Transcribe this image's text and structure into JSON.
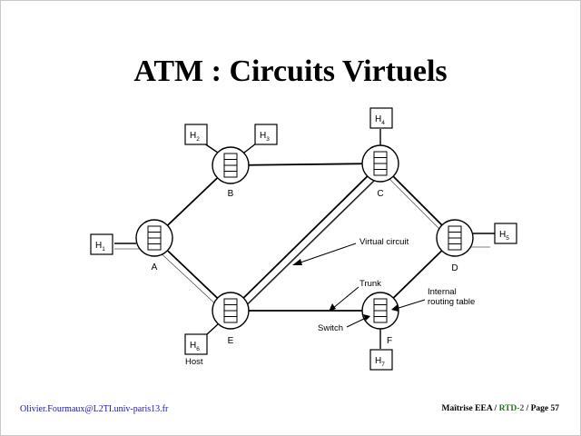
{
  "slide": {
    "title": "ATM : Circuits Virtuels"
  },
  "diagram": {
    "switches": [
      "A",
      "B",
      "C",
      "D",
      "E",
      "F"
    ],
    "hosts": [
      {
        "letter": "H",
        "sub": "1"
      },
      {
        "letter": "H",
        "sub": "2"
      },
      {
        "letter": "H",
        "sub": "3"
      },
      {
        "letter": "H",
        "sub": "4"
      },
      {
        "letter": "H",
        "sub": "5"
      },
      {
        "letter": "H",
        "sub": "6"
      },
      {
        "letter": "H",
        "sub": "7"
      }
    ],
    "labels": {
      "virtual_circuit": "Virtual circuit",
      "trunk": "Trunk",
      "internal_line1": "Internal",
      "internal_line2": "routing table",
      "switch": "Switch",
      "host": "Host"
    }
  },
  "footer": {
    "left": "Olivier.Fourmaux@L2TI.univ-paris13.fr",
    "course": "Maîtrise EEA",
    "separator": "/",
    "module": "RTD-2",
    "page": "Page 57"
  }
}
